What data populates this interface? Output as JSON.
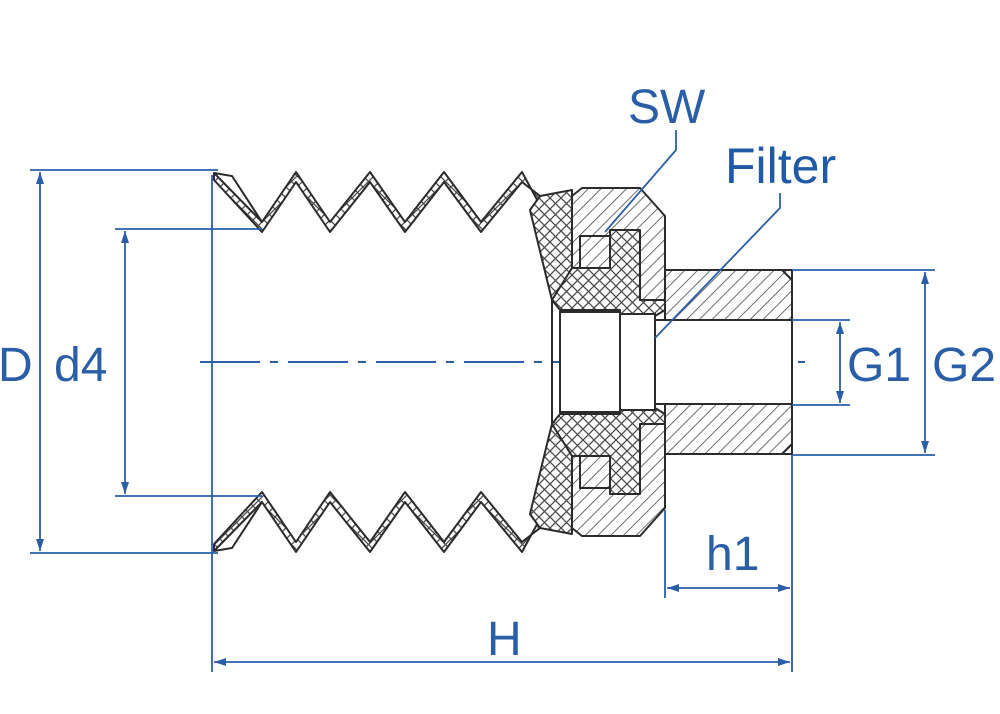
{
  "diagram": {
    "type": "technical-drawing",
    "subject": "bellows suction cup with hex fitting",
    "colors": {
      "dimension": "#2a5fa8",
      "outline": "#2b2b2b",
      "hatch": "#5a5a5a",
      "background": "#ffffff"
    },
    "labels": {
      "sw": "SW",
      "filter": "Filter",
      "d_outer": "D",
      "d4": "d4",
      "g1": "G1",
      "g2": "G2",
      "h1": "h1",
      "h": "H"
    }
  }
}
